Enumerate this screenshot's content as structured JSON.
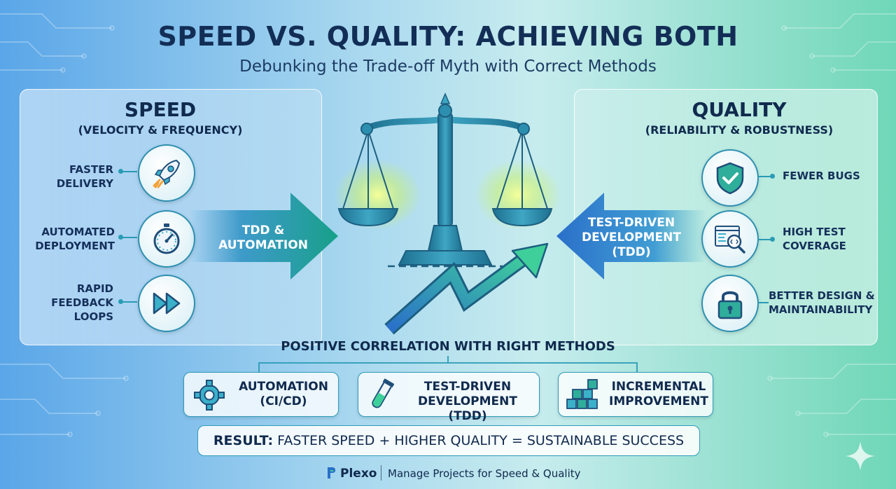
{
  "header": {
    "title": "SPEED VS. QUALITY: ACHIEVING BOTH",
    "subtitle": "Debunking the Trade-off Myth with Correct Methods"
  },
  "speed": {
    "title": "SPEED",
    "subtitle": "(VELOCITY & FREQUENCY)",
    "items": [
      {
        "label": "FASTER DELIVERY",
        "line1": "FASTER",
        "line2": "DELIVERY",
        "icon": "rocket-icon"
      },
      {
        "label": "AUTOMATED DEPLOYMENT",
        "line1": "AUTOMATED",
        "line2": "DEPLOYMENT",
        "icon": "stopwatch-icon"
      },
      {
        "label": "RAPID FEEDBACK LOOPS",
        "line1": "RAPID",
        "line2": "FEEDBACK",
        "line3": "LOOPS",
        "icon": "fast-forward-icon"
      }
    ],
    "arrow_line1": "TDD &",
    "arrow_line2": "AUTOMATION"
  },
  "quality": {
    "title": "QUALITY",
    "subtitle": "(RELIABILITY & ROBUSTNESS)",
    "items": [
      {
        "label": "FEWER BUGS",
        "line1": "FEWER BUGS",
        "icon": "shield-check-icon"
      },
      {
        "label": "HIGH TEST COVERAGE",
        "line1": "HIGH TEST",
        "line2": "COVERAGE",
        "icon": "code-search-icon"
      },
      {
        "label": "BETTER DESIGN & MAINTAINABILITY",
        "line1": "BETTER DESIGN &",
        "line2": "MAINTAINABILITY",
        "icon": "padlock-icon"
      }
    ],
    "arrow_line1": "TEST-DRIVEN",
    "arrow_line2": "DEVELOPMENT",
    "arrow_line3": "(TDD)"
  },
  "center": {
    "icons": [
      "balance-scale-icon",
      "trend-up-arrow-icon"
    ]
  },
  "methods": {
    "heading": "POSITIVE CORRELATION WITH RIGHT METHODS",
    "items": [
      {
        "line1": "AUTOMATION",
        "line2": "(CI/CD)",
        "icon": "gear-icon"
      },
      {
        "line1": "TEST-DRIVEN",
        "line2": "DEVELOPMENT (TDD)",
        "icon": "test-tube-icon"
      },
      {
        "line1": "INCREMENTAL",
        "line2": "IMPROVEMENT",
        "icon": "blocks-icon"
      }
    ]
  },
  "result": {
    "prefix": "RESULT:",
    "text": "FASTER SPEED + HIGHER QUALITY = SUSTAINABLE SUCCESS"
  },
  "footer": {
    "brand": "Plexo",
    "tagline": "Manage Projects for Speed & Quality"
  },
  "colors": {
    "title": "#132e56",
    "accent_teal": "#2a9bb5",
    "arrow_left": "#1f9e8f",
    "arrow_right": "#2a6fc9",
    "glow": "#d6f56a"
  }
}
